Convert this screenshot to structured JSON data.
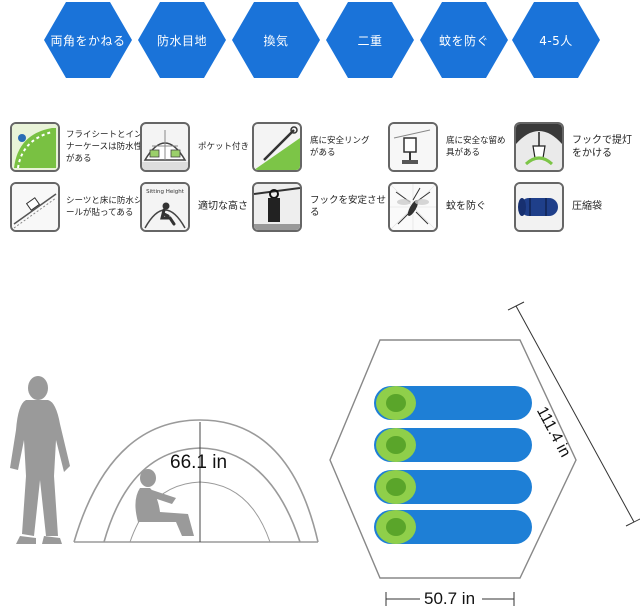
{
  "banner": {
    "hexagons": [
      {
        "label": "両角をかねる"
      },
      {
        "label": "防水目地"
      },
      {
        "label": "換気"
      },
      {
        "label": "二重"
      },
      {
        "label": "蚊を防ぐ"
      },
      {
        "label": "4-5人"
      }
    ],
    "color": "#1a73d9"
  },
  "features": {
    "row1": [
      {
        "icon": "fly-sheet-icon",
        "text": "フライシートとインナーケースは防水性がある"
      },
      {
        "icon": "tent-pocket-icon",
        "text": "ポケット付き"
      },
      {
        "icon": "floor-ring-icon",
        "text": "底に安全リングがある"
      },
      {
        "icon": "fastener-icon",
        "text": "底に安全な留め具がある"
      },
      {
        "icon": "lamp-hook-icon",
        "text": "フックで提灯をかける"
      }
    ],
    "row2": [
      {
        "icon": "seam-seal-icon",
        "text": "シーツと床に防水シールが貼ってある"
      },
      {
        "icon": "sitting-height-icon",
        "text": "適切な高さ",
        "icon_caption": "Sitting Height"
      },
      {
        "icon": "hook-secure-icon",
        "text": "フックを安定させる"
      },
      {
        "icon": "mosquito-icon",
        "text": "蚊を防ぐ"
      },
      {
        "icon": "compression-bag-icon",
        "text": "圧縮袋"
      }
    ]
  },
  "dimensions": {
    "height": "66.1 in",
    "length": "111.4 in",
    "width": "50.7 in"
  },
  "colors": {
    "sleeping_bag": "#1e7fd6",
    "pillow": "#8fcf4a",
    "silhouette": "#9a9a9a"
  }
}
